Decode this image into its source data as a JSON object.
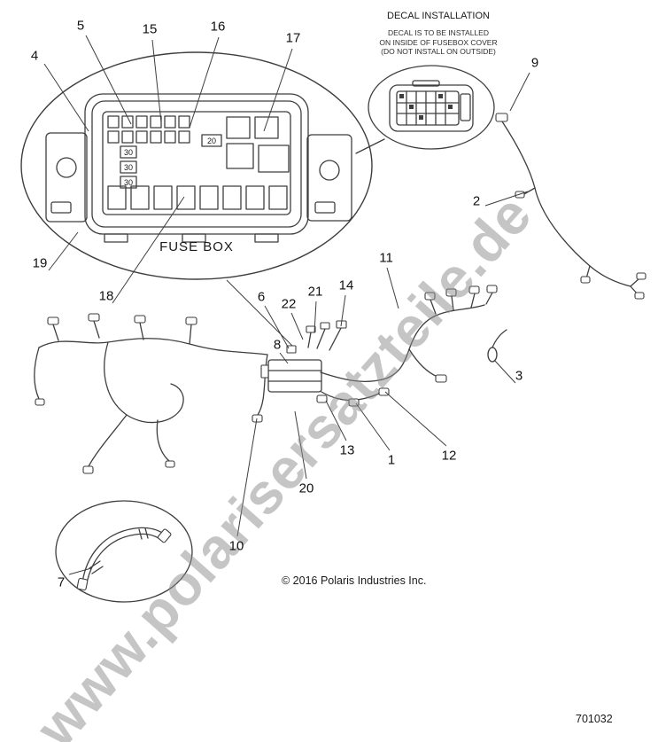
{
  "page": {
    "copyright": "© 2016 Polaris Industries Inc.",
    "part_number": "701032"
  },
  "watermark": {
    "text": "www.polarisersatzteile.de"
  },
  "decal": {
    "title": "DECAL INSTALLATION",
    "note_lines": [
      "DECAL IS TO BE INSTALLED",
      "ON INSIDE OF FUSEBOX COVER",
      "(DO NOT INSTALL ON OUTSIDE)"
    ]
  },
  "fusebox": {
    "label": "FUSE BOX",
    "fuse_labels": [
      "30",
      "30",
      "30",
      "20"
    ]
  },
  "callouts": {
    "n1": "1",
    "n2": "2",
    "n3": "3",
    "n4": "4",
    "n5": "5",
    "n6": "6",
    "n7": "7",
    "n8": "8",
    "n9": "9",
    "n10": "10",
    "n11": "11",
    "n12": "12",
    "n13": "13",
    "n14": "14",
    "n15": "15",
    "n16": "16",
    "n17": "17",
    "n18": "18",
    "n19": "19",
    "n20": "20",
    "n21": "21",
    "n22": "22"
  }
}
